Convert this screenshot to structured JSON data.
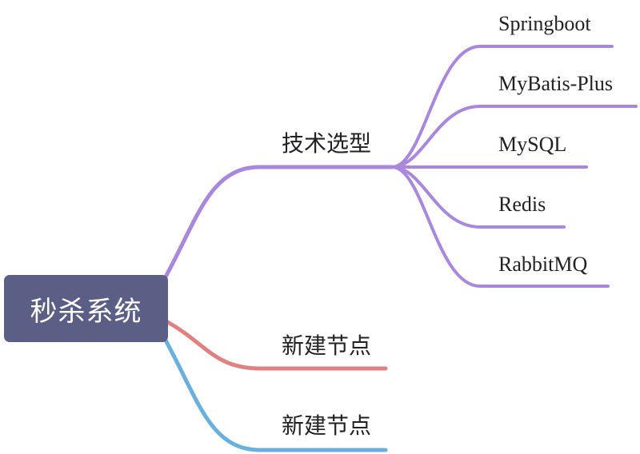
{
  "root": {
    "label": "秒杀系统"
  },
  "branches": [
    {
      "label": "技术选型",
      "color": "#a987dc",
      "children": [
        {
          "label": "Springboot"
        },
        {
          "label": "MyBatis-Plus"
        },
        {
          "label": "MySQL"
        },
        {
          "label": "Redis"
        },
        {
          "label": "RabbitMQ"
        }
      ]
    },
    {
      "label": "新建节点",
      "color": "#e08080",
      "children": []
    },
    {
      "label": "新建节点",
      "color": "#6ab0de",
      "children": []
    }
  ]
}
